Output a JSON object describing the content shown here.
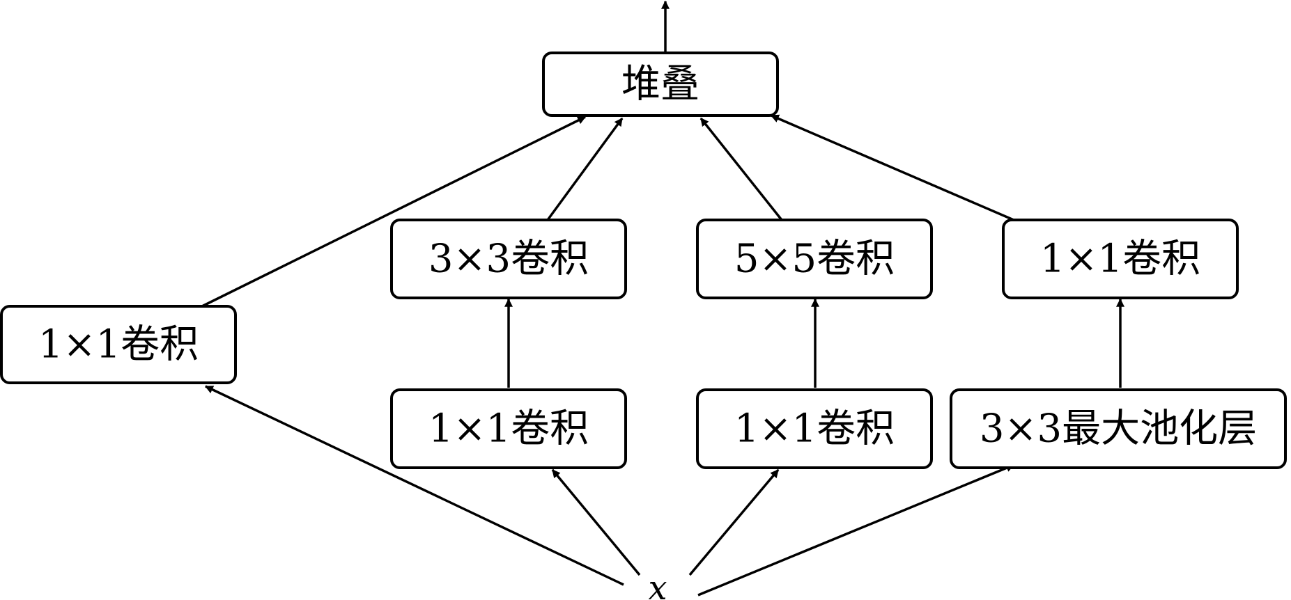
{
  "diagram": {
    "input_label": "x",
    "stack_label": "堆叠",
    "branches": [
      {
        "steps": [
          "1×1卷积"
        ]
      },
      {
        "steps": [
          "1×1卷积",
          "3×3卷积"
        ]
      },
      {
        "steps": [
          "1×1卷积",
          "5×5卷积"
        ]
      },
      {
        "steps": [
          "3×3最大池化层",
          "1×1卷积"
        ]
      }
    ]
  },
  "colors": {
    "stroke": "#000000",
    "background": "#ffffff"
  }
}
